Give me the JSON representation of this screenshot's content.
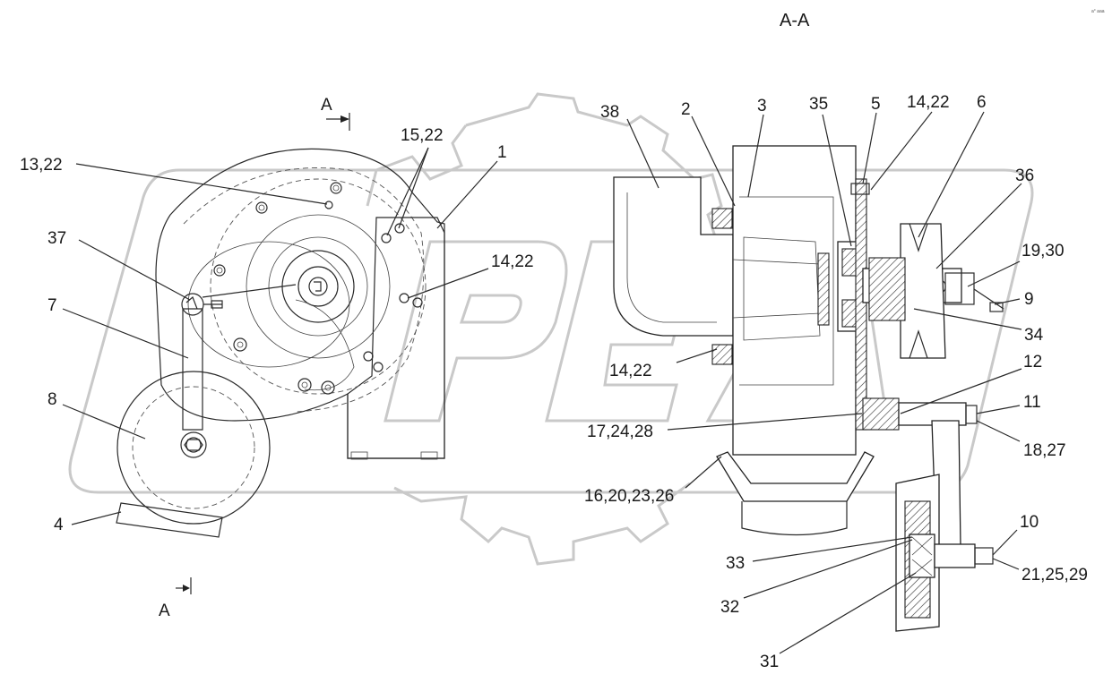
{
  "section_title": "А-А",
  "corner_mark": "a° aaa",
  "section_marks": {
    "top_letter": "А",
    "bottom_letter": "А"
  },
  "watermark": "PEA",
  "callouts": [
    {
      "id": "c-38",
      "text": "38"
    },
    {
      "id": "c-2",
      "text": "2"
    },
    {
      "id": "c-3",
      "text": "3"
    },
    {
      "id": "c-35",
      "text": "35"
    },
    {
      "id": "c-5",
      "text": "5"
    },
    {
      "id": "c-14-22-top",
      "text": "14,22"
    },
    {
      "id": "c-6",
      "text": "6"
    },
    {
      "id": "c-36",
      "text": "36"
    },
    {
      "id": "c-19-30",
      "text": "19,30"
    },
    {
      "id": "c-9",
      "text": "9"
    },
    {
      "id": "c-34",
      "text": "34"
    },
    {
      "id": "c-12",
      "text": "12"
    },
    {
      "id": "c-11",
      "text": "11"
    },
    {
      "id": "c-18-27",
      "text": "18,27"
    },
    {
      "id": "c-10",
      "text": "10"
    },
    {
      "id": "c-21-25-29",
      "text": "21,25,29"
    },
    {
      "id": "c-31",
      "text": "31"
    },
    {
      "id": "c-32",
      "text": "32"
    },
    {
      "id": "c-33",
      "text": "33"
    },
    {
      "id": "c-16-20-23-26",
      "text": "16,20,23,26"
    },
    {
      "id": "c-17-24-28",
      "text": "17,24,28"
    },
    {
      "id": "c-14-22-mid",
      "text": "14,22"
    },
    {
      "id": "c-15-22",
      "text": "15,22"
    },
    {
      "id": "c-1",
      "text": "1"
    },
    {
      "id": "c-13-22",
      "text": "13,22"
    },
    {
      "id": "c-37",
      "text": "37"
    },
    {
      "id": "c-7",
      "text": "7"
    },
    {
      "id": "c-14-22-left",
      "text": "14,22"
    },
    {
      "id": "c-8",
      "text": "8"
    },
    {
      "id": "c-4",
      "text": "4"
    }
  ]
}
